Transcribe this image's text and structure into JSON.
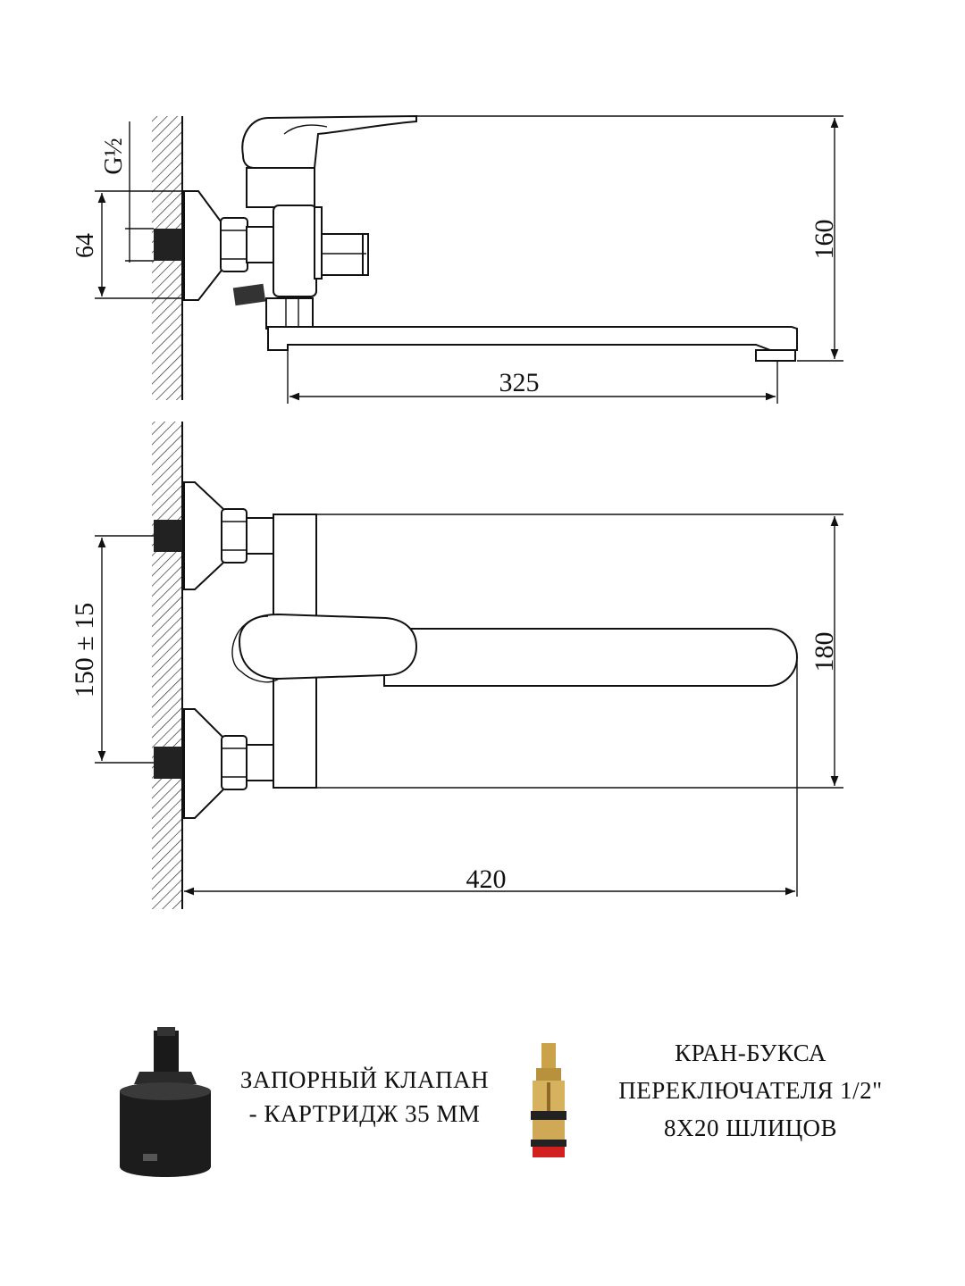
{
  "side_view": {
    "dim_thread": "G½",
    "dim_height_inlet": "64",
    "dim_spout_reach": "325",
    "dim_total_height": "160"
  },
  "top_view": {
    "dim_inlet_spacing": "150 ± 15",
    "dim_body_width": "180",
    "dim_total_length": "420"
  },
  "parts": {
    "cartridge_line1": "ЗАПОРНЫЙ КЛАПАН",
    "cartridge_line2": "- КАРТРИДЖ 35 ММ",
    "valve_line1": "КРАН-БУКСА",
    "valve_line2": "ПЕРЕКЛЮЧАТЕЛЯ 1/2\"",
    "valve_line3": "8Х20 ШЛИЦОВ"
  }
}
